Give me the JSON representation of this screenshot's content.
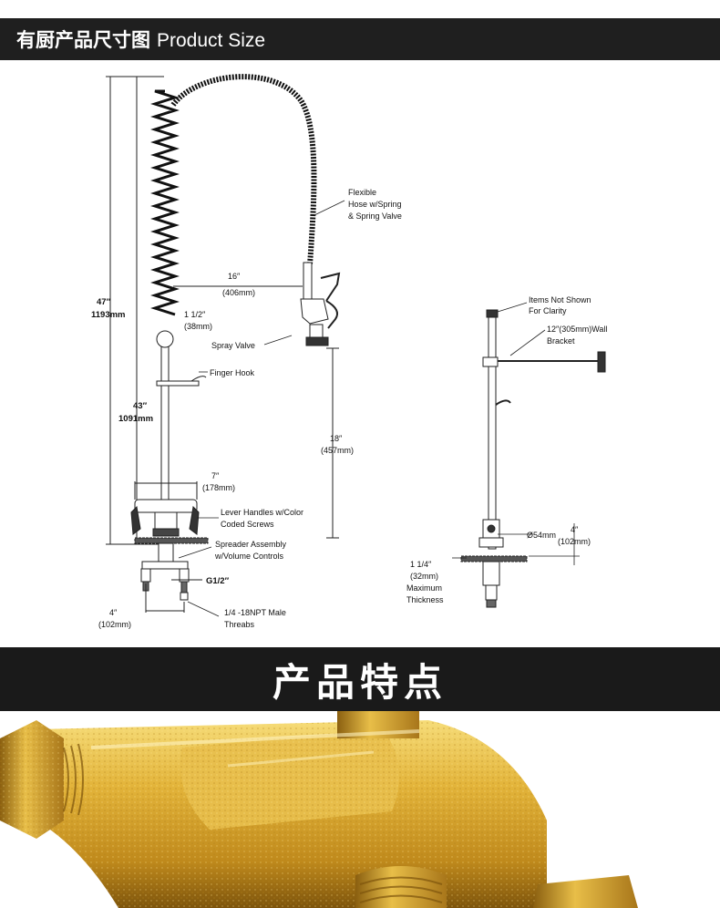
{
  "header": {
    "title_cn": "有厨产品尺寸图",
    "title_en": "Product Size"
  },
  "diagram": {
    "labels": {
      "flexible_line1": "Flexible",
      "flexible_line2": "Hose w/Spring",
      "flexible_line3": "& Spring Valve",
      "height_47_in": "47″",
      "height_47_mm": "1193mm",
      "height_43_in": "43″",
      "height_43_mm": "1091mm",
      "reach_16_in": "16″",
      "reach_16_mm": "(406mm)",
      "dia_1half_in": "1 1/2″",
      "dia_1half_mm": "(38mm)",
      "spray_valve": "Spray Valve",
      "finger_hook": "Finger Hook",
      "height_18_in": "18″",
      "height_18_mm": "(457mm)",
      "width_7_in": "7″",
      "width_7_mm": "(178mm)",
      "lever_line1": "Lever Handles w/Color",
      "lever_line2": "Coded Screws",
      "spreader_line1": "Spreader Assembly",
      "spreader_line2": "w/Volume Controls",
      "g_half": "G1/2″",
      "center_4_in": "4″",
      "center_4_mm": "(102mm)",
      "npt_line1": "1/4 -18NPT Male",
      "npt_line2": "Threabs",
      "items_line1": "Items Not Shown",
      "items_line2": "For Clarity",
      "bracket_line1": "12″(305mm)Wall",
      "bracket_line2": "Bracket",
      "dia_54": "Ø54mm",
      "side_4_in": "4″",
      "side_4_mm": "(102mm)",
      "thick_1": "1 1/4″",
      "thick_2": "(32mm)",
      "thick_3": "Maximum",
      "thick_4": "Thickness"
    }
  },
  "section": {
    "title": "产品特点"
  },
  "colors": {
    "header_bg": "#1f1f1f",
    "section_bg": "#1a1a1a",
    "brass_light": "#f2cf5a",
    "brass_mid": "#d9a92a",
    "brass_dark": "#8a5f10"
  }
}
